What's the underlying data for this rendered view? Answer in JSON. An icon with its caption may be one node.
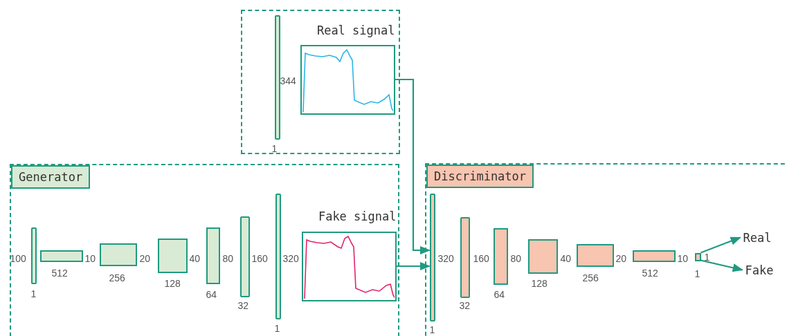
{
  "diagram": {
    "nodes": [
      {
        "text": [],
        "shape": "box"
      },
      {
        "text": [],
        "shape": "bar",
        "in": 0,
        "beside": [
          "344",
          "1"
        ]
      },
      {
        "text": [
          "Real signal"
        ],
        "in": 0
      },
      {
        "text": [
          "Generator"
        ]
      },
      {
        "text": [],
        "shape": "bar",
        "in": 3,
        "beside": [
          "100",
          "1"
        ]
      },
      {
        "text": [],
        "shape": "box",
        "in": 3,
        "beside": [
          "10",
          "512"
        ]
      },
      {
        "text": [],
        "shape": "box",
        "in": 3,
        "beside": [
          "20",
          "256"
        ]
      },
      {
        "text": [],
        "shape": "box",
        "in": 3,
        "beside": [
          "40",
          "128"
        ]
      },
      {
        "text": [],
        "shape": "box",
        "in": 3,
        "beside": [
          "80",
          "64"
        ]
      },
      {
        "text": [],
        "shape": "bar",
        "in": 3,
        "beside": [
          "160",
          "32"
        ]
      },
      {
        "text": [],
        "shape": "bar",
        "in": 3,
        "beside": [
          "320",
          "1"
        ]
      },
      {
        "text": [
          "Fake signal"
        ],
        "in": 3
      },
      {
        "text": [
          "Discriminator"
        ]
      },
      {
        "text": [],
        "shape": "bar",
        "in": 12,
        "beside": [
          "320",
          "1"
        ]
      },
      {
        "text": [],
        "shape": "bar",
        "in": 12,
        "beside": [
          "160",
          "32"
        ]
      },
      {
        "text": [],
        "shape": "box",
        "in": 12,
        "beside": [
          "80",
          "64"
        ]
      },
      {
        "text": [],
        "shape": "box",
        "in": 12,
        "beside": [
          "40",
          "128"
        ]
      },
      {
        "text": [],
        "shape": "box",
        "in": 12,
        "beside": [
          "20",
          "256"
        ]
      },
      {
        "text": [],
        "shape": "box",
        "in": 12,
        "beside": [
          "10",
          "512"
        ]
      },
      {
        "text": [],
        "shape": "box",
        "in": 12,
        "beside": [
          "1",
          "1"
        ]
      },
      {
        "text": [
          "Real"
        ],
        "in": 12
      },
      {
        "text": [
          "Fake"
        ],
        "in": 12
      }
    ],
    "edges": [
      {
        "from": 2,
        "to": 13,
        "arrow": "to"
      },
      {
        "from": 11,
        "to": 13,
        "arrow": "to"
      },
      {
        "from": 19,
        "to": 20,
        "arrow": "to"
      },
      {
        "from": 19,
        "to": 21,
        "arrow": "to"
      }
    ]
  }
}
